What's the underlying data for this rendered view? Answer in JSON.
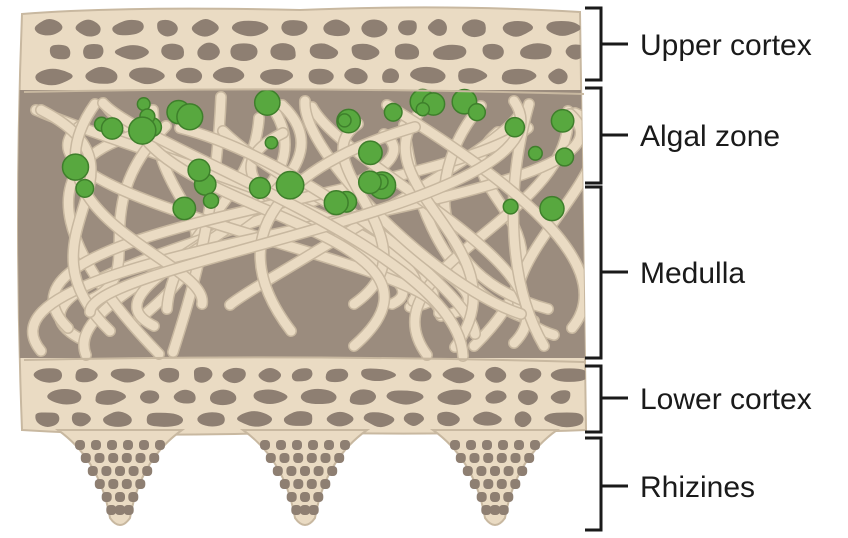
{
  "diagram": {
    "colors": {
      "background": "#ffffff",
      "thallus_fill": "#9b8c7e",
      "hyphae": "#eadbc3",
      "hyphae_edge": "#c8b8a0",
      "cell_fill": "#8e7f72",
      "algae": "#58a83f",
      "algae_edge": "#3e7f2b",
      "label": "#1a1a1a"
    },
    "layers": [
      {
        "id": "upper-cortex",
        "label": "Upper cortex"
      },
      {
        "id": "algal-zone",
        "label": "Algal zone"
      },
      {
        "id": "medulla",
        "label": "Medulla"
      },
      {
        "id": "lower-cortex",
        "label": "Lower cortex"
      },
      {
        "id": "rhizines",
        "label": "Rhizines"
      }
    ]
  }
}
